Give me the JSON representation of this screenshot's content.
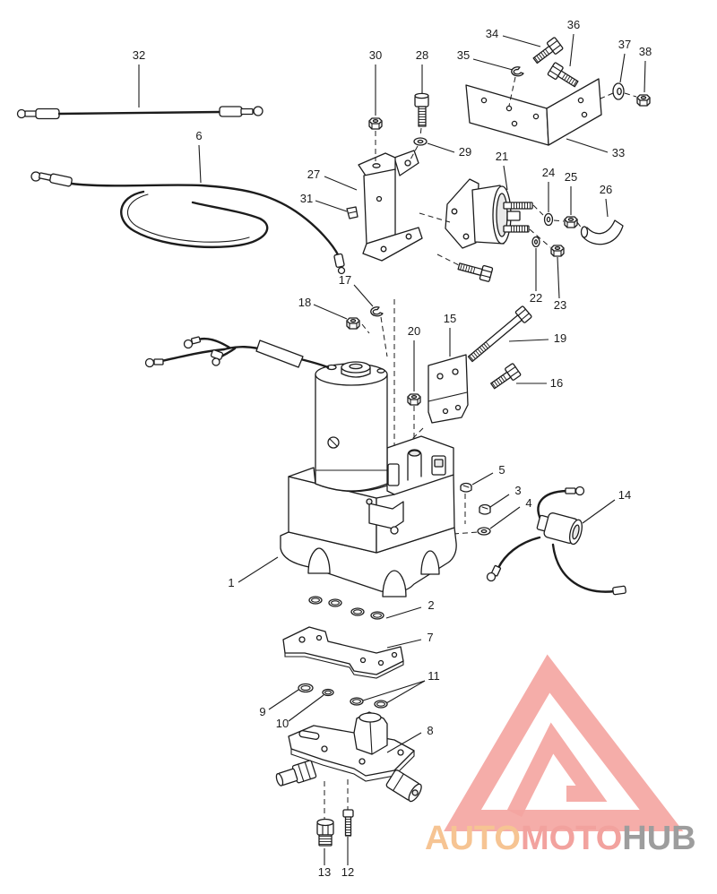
{
  "diagram": {
    "callouts": [
      "32",
      "6",
      "30",
      "28",
      "29",
      "27",
      "31",
      "34",
      "36",
      "35",
      "37",
      "38",
      "33",
      "21",
      "24",
      "25",
      "26",
      "22",
      "23",
      "17",
      "18",
      "15",
      "19",
      "20",
      "16",
      "1",
      "5",
      "3",
      "4",
      "14",
      "2",
      "7",
      "9",
      "10",
      "11",
      "8",
      "13",
      "12"
    ]
  },
  "watermark": {
    "text_1": "AUTO",
    "text_2": "MOTO",
    "text_3": "HUB"
  },
  "colors": {
    "line": "#1c1c1c",
    "background": "#ffffff",
    "logo_auto": "#f6c493",
    "logo_moto": "#f2a29e",
    "logo_hub": "#9d9d9d",
    "logo_mark": "#f4a4a0"
  }
}
